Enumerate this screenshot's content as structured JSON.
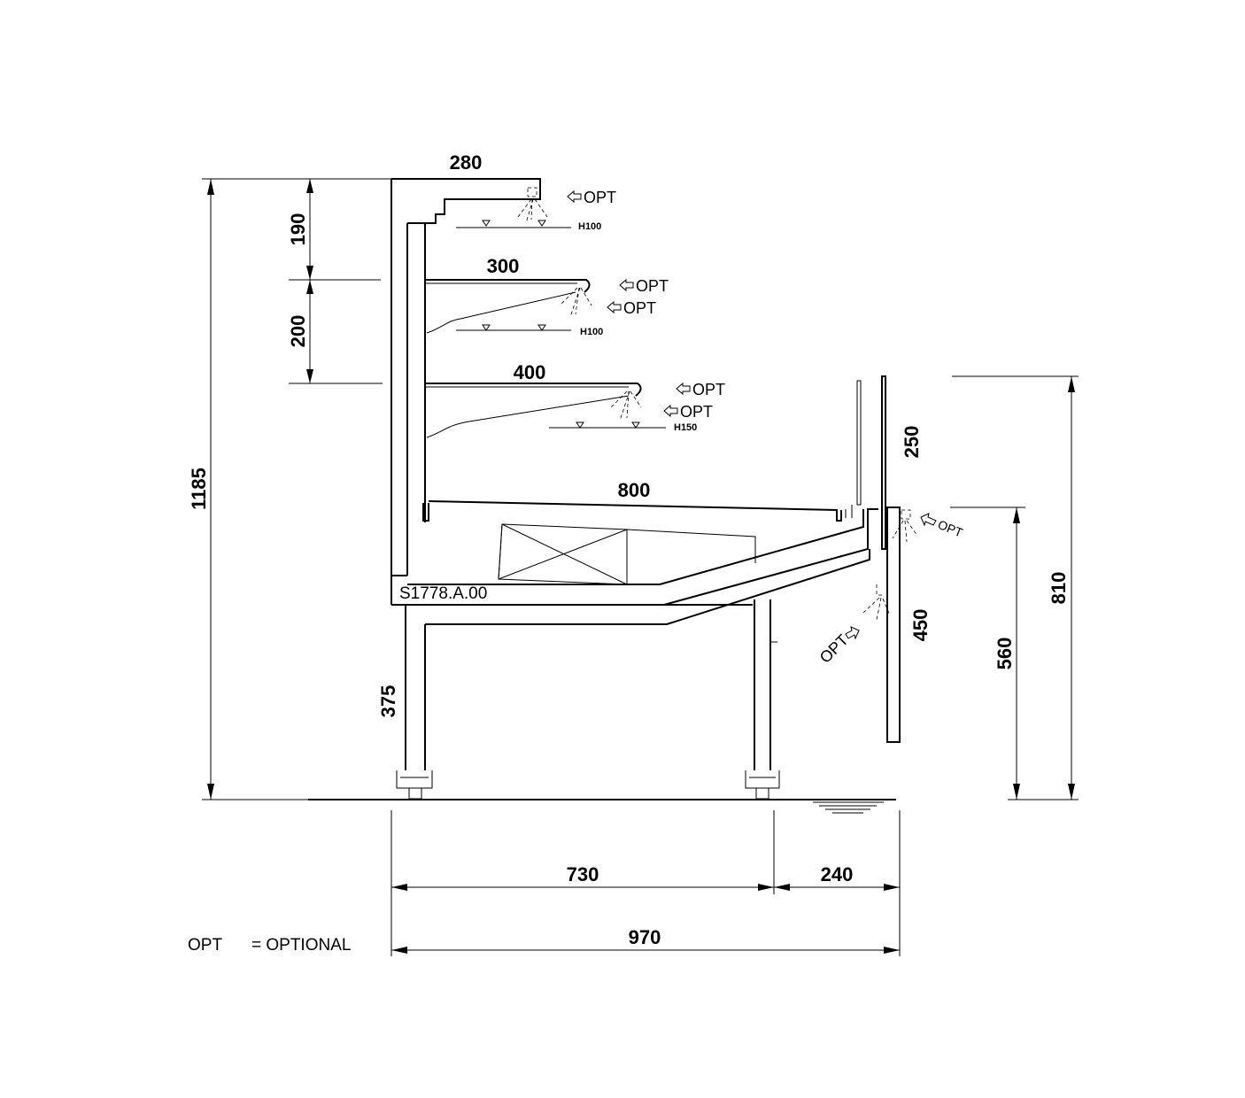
{
  "code": "S1778.A.00",
  "legend": {
    "abbr": "OPT",
    "meaning": "= OPTIONAL"
  },
  "opt_label": "OPT",
  "shelf_heights": {
    "top": "H100",
    "middle": "H100",
    "lower": "H150"
  },
  "dimensions": {
    "canopy_depth": "280",
    "shelf_1_depth": "300",
    "shelf_2_depth": "400",
    "deck_depth": "800",
    "canopy_height": "190",
    "shelf_spacing": "200",
    "total_height": "1185",
    "leg_height": "375",
    "glass_height": "250",
    "front_panel_height": "450",
    "front_height": "560",
    "glass_top_height": "810",
    "base_depth": "730",
    "front_depth": "240",
    "total_depth": "970"
  },
  "colors": {
    "line": "#000000",
    "background": "#ffffff"
  }
}
